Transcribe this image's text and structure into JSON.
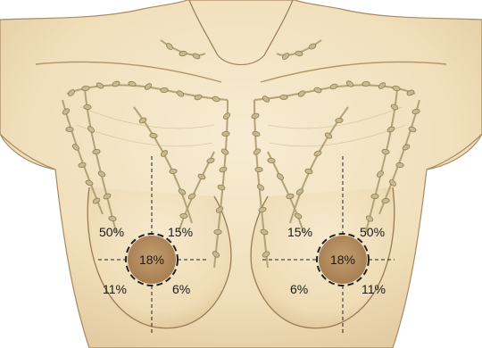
{
  "diagram": {
    "left_breast": {
      "upper_outer": "50%",
      "upper_inner": "15%",
      "central": "18%",
      "lower_outer": "11%",
      "lower_inner": "6%"
    },
    "right_breast": {
      "upper_outer": "50%",
      "upper_inner": "15%",
      "central": "18%",
      "lower_outer": "11%",
      "lower_inner": "6%"
    }
  },
  "colors": {
    "skin": "#f2e3c0",
    "skin_shadow": "#d9c096",
    "outline": "#8a6a45",
    "lymph": "#b8a77f",
    "lymph_node": "#c9bb92",
    "areola": "#b08a5f",
    "quadrant_line": "#222222"
  }
}
